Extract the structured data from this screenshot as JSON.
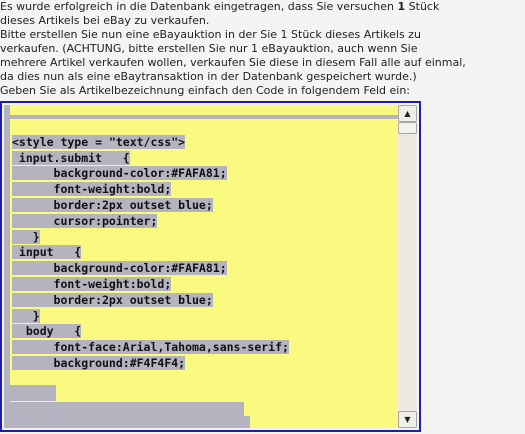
{
  "intro": {
    "line1": "Es wurde erfolgreich in die Datenbank eingetragen, dass Sie versuchen 1 Stück",
    "line2": "dieses Artikels bei eBay zu verkaufen.",
    "line3": "Bitte erstellen Sie nun eine eBayauktion in der Sie 1 Stück dieses Artikels zu",
    "line4": "verkaufen. (ACHTUNG, bitte erstellen Sie nur 1 eBayauktion, auch wenn Sie",
    "line5": "mehrere Artikel verkaufen wollen, verkaufen Sie diese in diesem Fall alle auf einmal,",
    "line6": "da dies nun als eine eBaytransaktion in der Datenbank gespeichert wurde.)",
    "line7": "Geben Sie als Artikelbezeichnung einfach den Code in folgendem Feld ein:"
  },
  "code_field": {
    "lines": [
      "",
      "<style type = \"text/css\">",
      " input.submit   {",
      "      background-color:#FAFA81;",
      "      font-weight:bold;",
      "      border:2px outset blue;",
      "      cursor:pointer;",
      "   }",
      " input   {",
      "      background-color:#FAFA81;",
      "      font-weight:bold;",
      "      border:2px outset blue;",
      "   }",
      "  body   {",
      "      font-face:Arial,Tahoma,sans-serif;",
      "      background:#F4F4F4;",
      ""
    ],
    "background_color": "#FAFA81",
    "selection_color": "#b4b4c0",
    "border_color": "#1c1cb8"
  },
  "scrollbar": {
    "up_icon": "triangle-up",
    "down_icon": "triangle-down"
  }
}
